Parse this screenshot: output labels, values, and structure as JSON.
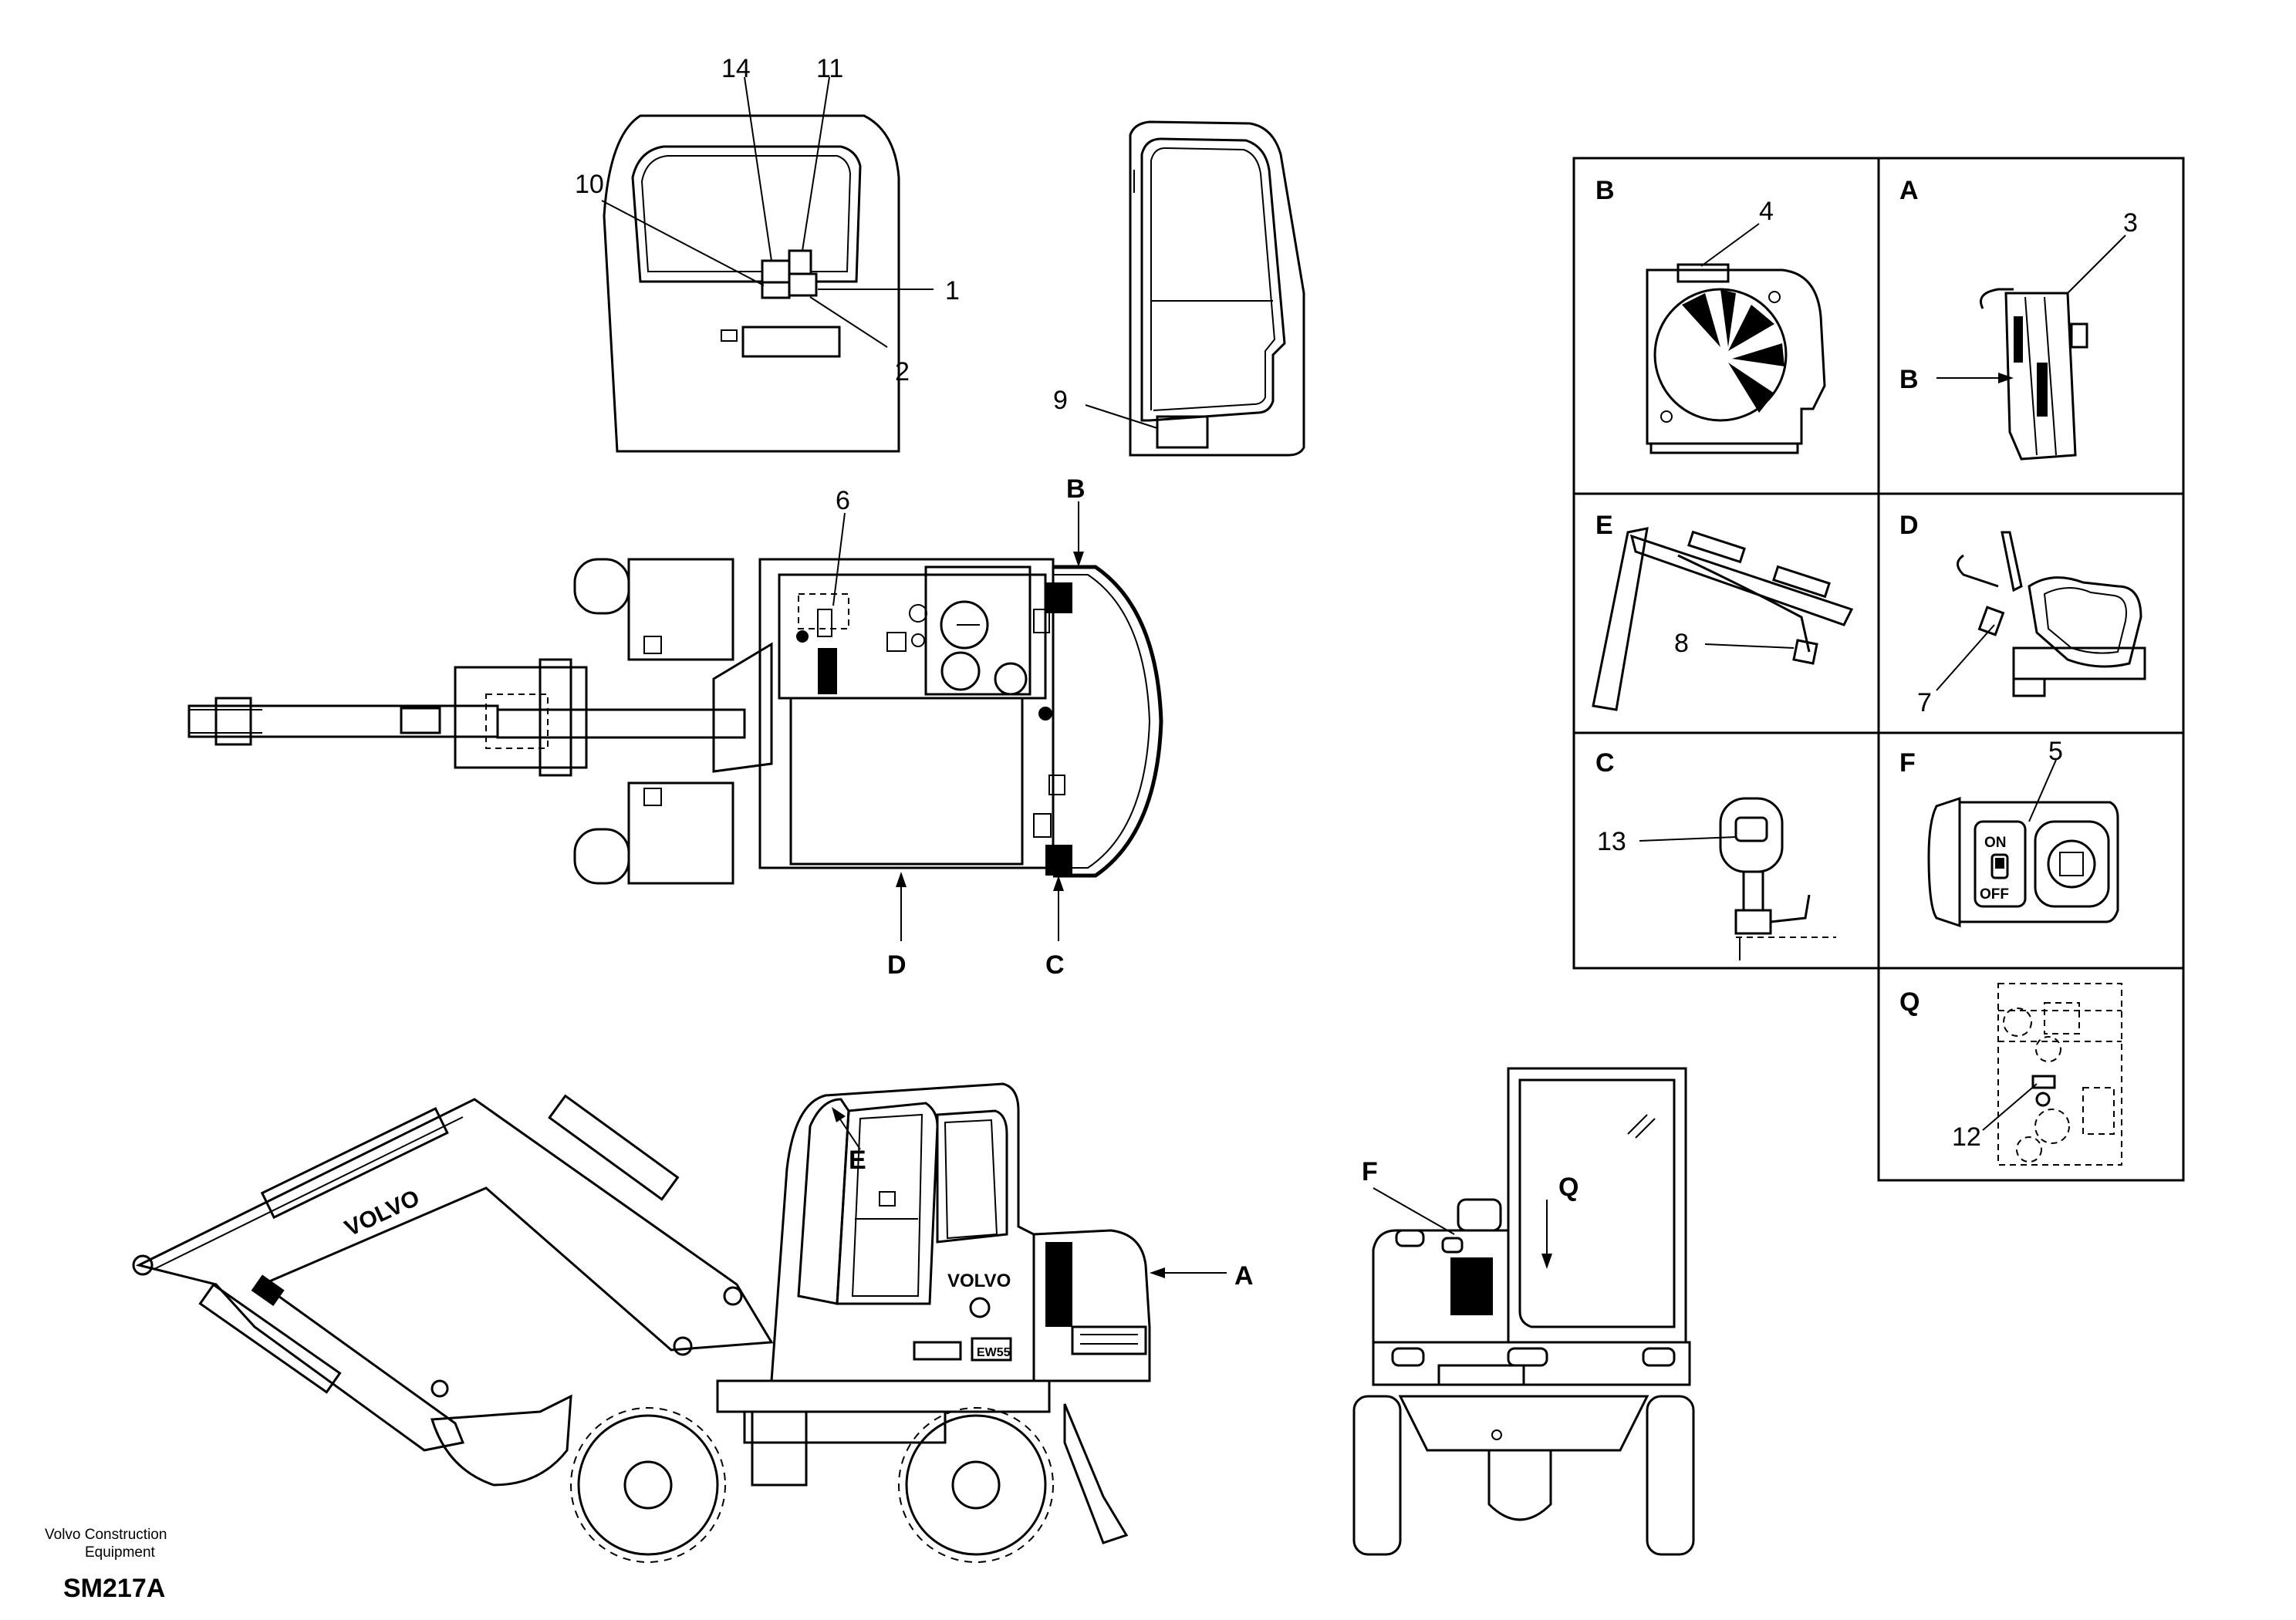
{
  "cab_front": {
    "callouts": [
      "14",
      "11",
      "10",
      "1",
      "2"
    ]
  },
  "cab_side": {
    "callouts": [
      "9"
    ]
  },
  "top_view": {
    "callouts": [
      "6"
    ],
    "arrows": [
      "B",
      "C",
      "D"
    ]
  },
  "side_view": {
    "callouts": [
      "E",
      "A"
    ],
    "boom_brand": "VOLVO",
    "body_brand": "VOLVO",
    "model_plate": "EW55"
  },
  "rear_view": {
    "callouts": [
      "F",
      "Q"
    ]
  },
  "detail_panels": [
    {
      "id": "B",
      "callout": "4"
    },
    {
      "id": "A",
      "callout": "3",
      "arrow": "B"
    },
    {
      "id": "E",
      "callout": "8"
    },
    {
      "id": "D",
      "callout": "7"
    },
    {
      "id": "C",
      "callout": "13"
    },
    {
      "id": "F",
      "callout": "5",
      "switch_on": "ON",
      "switch_off": "OFF"
    },
    {
      "id": "Q",
      "callout": "12"
    }
  ],
  "footer": {
    "company_line1": "Volvo Construction",
    "company_line2": "Equipment",
    "drawing_code": "SM217A"
  }
}
